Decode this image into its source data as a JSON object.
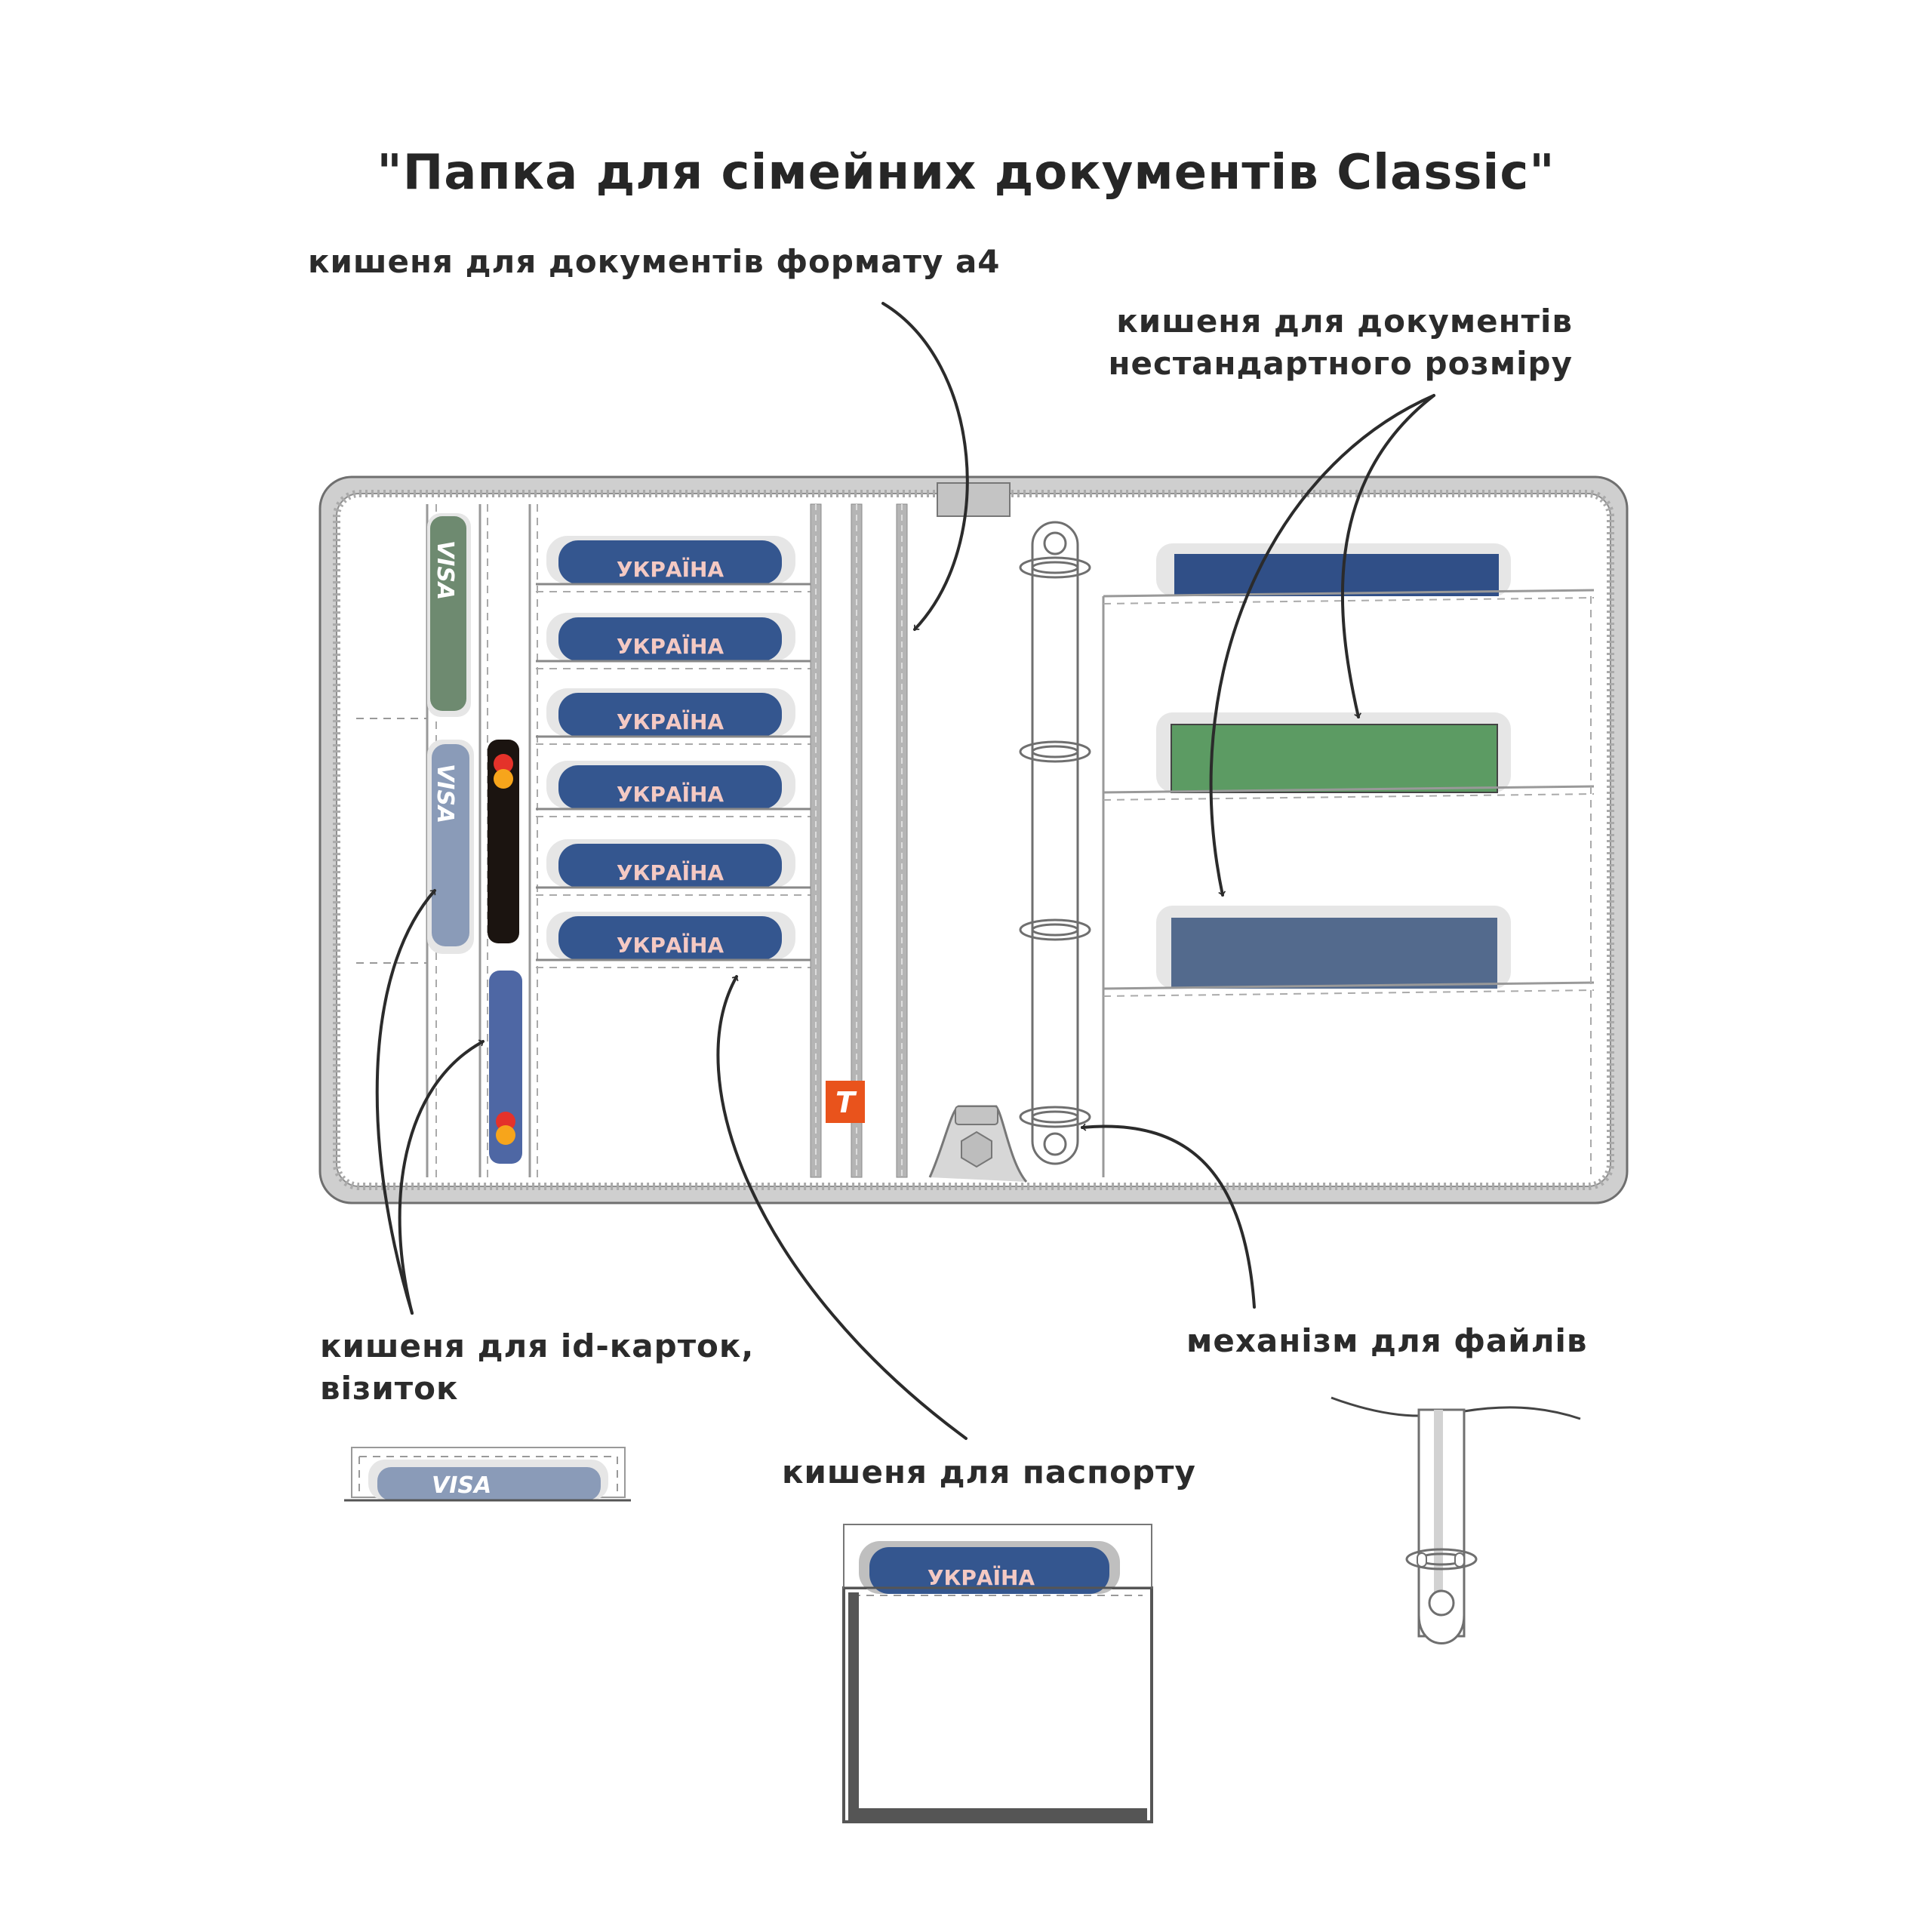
{
  "title": "\"Папка для сімейних документів Classic\"",
  "labels": {
    "a4_pocket": "кишеня для документів формату а4",
    "nonstandard_line1": "кишеня для документів",
    "nonstandard_line2": "нестандартного розміру",
    "id_cards_line1": "кишеня для id-карток,",
    "id_cards_line2": "візиток",
    "passport_pocket": "кишеня для паспорту",
    "file_mechanism": "механізм для файлів"
  },
  "card_texts": {
    "passport_word": "УКРАЇНА",
    "visa_word": "VISA",
    "brand_letter": "T"
  },
  "colors": {
    "outline": "#2b2b2b",
    "binder_frame": "#c9c9c9",
    "passport_blue": "#34568f",
    "card_green": "#6e8a70",
    "card_grey_blue": "#8a9bb8",
    "card_dark": "#1b1410",
    "card_navy": "#4e67a4",
    "doc_navy": "#304f87",
    "doc_green": "#5c9b63",
    "doc_slate": "#536a8d",
    "brand_orange": "#e9531c",
    "passport_text": "#f4c9c3"
  }
}
